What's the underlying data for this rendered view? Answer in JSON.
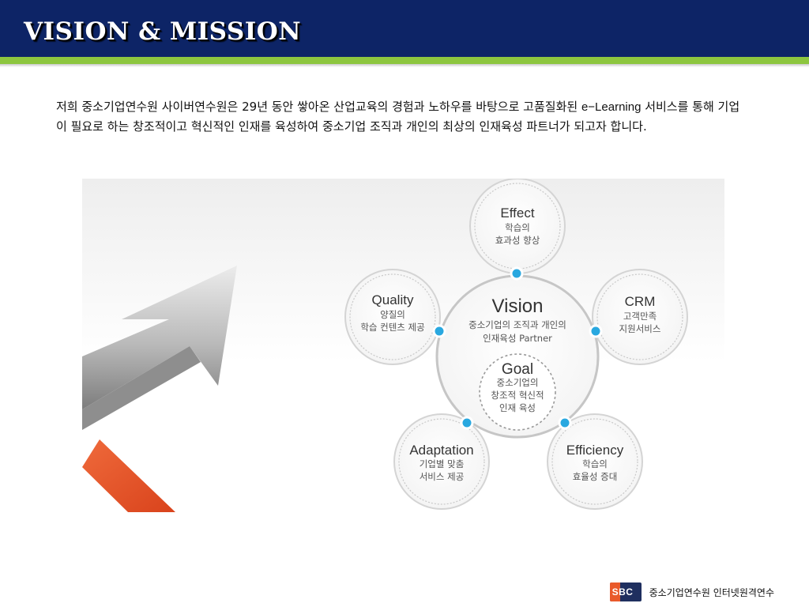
{
  "header": {
    "title": "VISION & MISSION"
  },
  "intro": {
    "part1": "저희 중소기업연수원 사이버연수원은 29년 동안 쌓아온 산업교육의 경험과 노하우를 바탕으로 고품질화된 ",
    "elearning": "e−Learning",
    "part2": " 서비스를 통해 기업이 필요로 하는 창조적이고 혁신적인 인재를 육성하여 중소기업 조직과 개인의 최상의 인재육성 파트너가 되고자 합니다."
  },
  "diagram": {
    "vision": {
      "title": "Vision",
      "line1": "중소기업의 조직과 개인의",
      "line2": "인재육성 Partner"
    },
    "goal": {
      "title": "Goal",
      "line1": "중소기업의",
      "line2": "창조적 혁신적",
      "line3": "인재 육성"
    },
    "effect": {
      "title": "Effect",
      "line1": "학습의",
      "line2": "효과성 향상"
    },
    "quality": {
      "title": "Quality",
      "line1": "양질의",
      "line2": "학습 컨텐츠 제공"
    },
    "crm": {
      "title": "CRM",
      "line1": "고객만족",
      "line2": "지원서비스"
    },
    "adaptation": {
      "title": "Adaptation",
      "line1": "기업별 맞춤",
      "line2": "서비스 제공"
    },
    "efficiency": {
      "title": "Efficiency",
      "line1": "학습의",
      "line2": "효율성 증대"
    },
    "colors": {
      "node": "#29a8e0",
      "ring": "#cccccc",
      "arrow_top": "#e9e9e9",
      "arrow_bottom": "#8a8a8a",
      "arrow_orange": "#e8532a"
    }
  },
  "footer": {
    "logo_text": "SBC",
    "org": "중소기업연수원 인터넷원격연수"
  }
}
